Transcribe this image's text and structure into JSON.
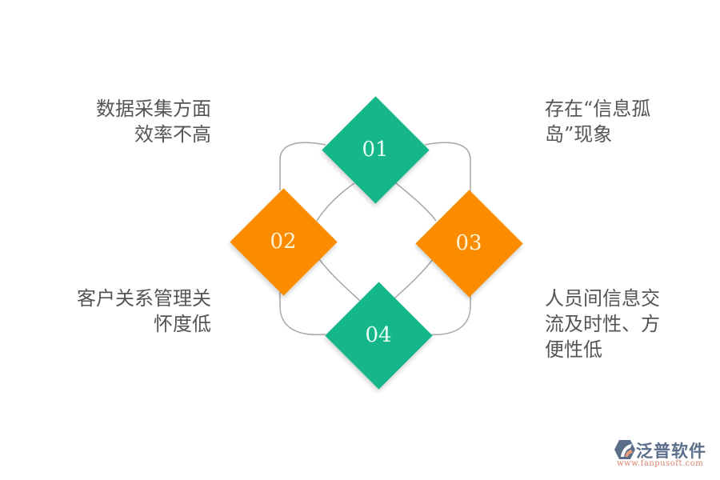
{
  "diagram": {
    "items": [
      {
        "number": "01",
        "color": "#16b68b",
        "text_color": "#e8fff4",
        "label_lines": [
          "数据采集方面",
          "效率不高"
        ]
      },
      {
        "number": "02",
        "color": "#fb8c00",
        "text_color": "#fff3d6",
        "label_lines": [
          "客户关系管理关",
          "怀度低"
        ]
      },
      {
        "number": "03",
        "color": "#fb8c00",
        "text_color": "#fff3d6",
        "label_lines": [
          "存在“信息孤",
          "岛”现象"
        ]
      },
      {
        "number": "04",
        "color": "#16b68b",
        "text_color": "#e8fff4",
        "label_lines": [
          "人员间信息交",
          "流及时性、方",
          "便性低"
        ]
      }
    ],
    "connector_color": "#a6a6a6"
  },
  "logo": {
    "name": "泛普软件",
    "url": "www.fanpusoft.com"
  }
}
